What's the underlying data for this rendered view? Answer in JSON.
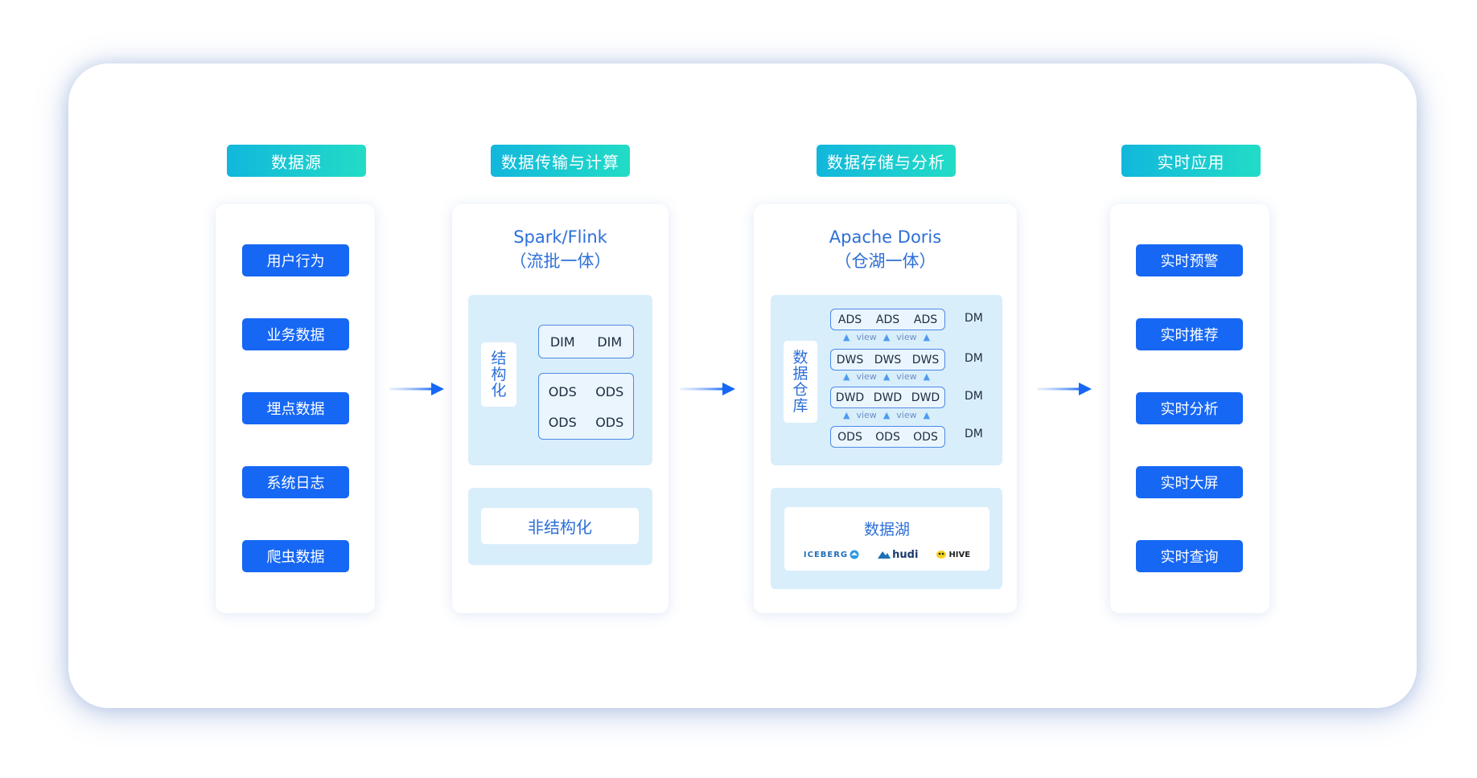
{
  "stages": {
    "source": "数据源",
    "compute": "数据传输与计算",
    "storage": "数据存储与分析",
    "apps": "实时应用"
  },
  "sources": [
    "用户行为",
    "业务数据",
    "埋点数据",
    "系统日志",
    "爬虫数据"
  ],
  "compute": {
    "engine": "Spark/Flink",
    "engine_sub": "（流批一体）",
    "structured_label": [
      "结",
      "构",
      "化"
    ],
    "dim": [
      "DIM",
      "DIM"
    ],
    "ods_row1": [
      "ODS",
      "ODS"
    ],
    "ods_row2": [
      "ODS",
      "ODS"
    ],
    "unstructured": "非结构化"
  },
  "storage": {
    "engine": "Apache Doris",
    "engine_sub": "（仓湖一体）",
    "warehouse_label": [
      "数",
      "据",
      "仓",
      "库"
    ],
    "layers": [
      {
        "cells": [
          "ADS",
          "ADS",
          "ADS"
        ],
        "dm": "DM"
      },
      {
        "cells": [
          "DWS",
          "DWS",
          "DWS"
        ],
        "dm": "DM"
      },
      {
        "cells": [
          "DWD",
          "DWD",
          "DWD"
        ],
        "dm": "DM"
      },
      {
        "cells": [
          "ODS",
          "ODS",
          "ODS"
        ],
        "dm": "DM"
      }
    ],
    "view_label": "view",
    "lake_title": "数据湖",
    "lake_logos": [
      "ICEBERG",
      "hudi",
      "HIVE"
    ]
  },
  "apps": [
    "实时预警",
    "实时推荐",
    "实时分析",
    "实时大屏",
    "实时查询"
  ],
  "colors": {
    "primary": "#1667f4",
    "title_gradient_start": "#12b7dc",
    "title_gradient_end": "#22dcc6",
    "zone": "#d9eefb",
    "accent_text": "#2c6fd8"
  }
}
